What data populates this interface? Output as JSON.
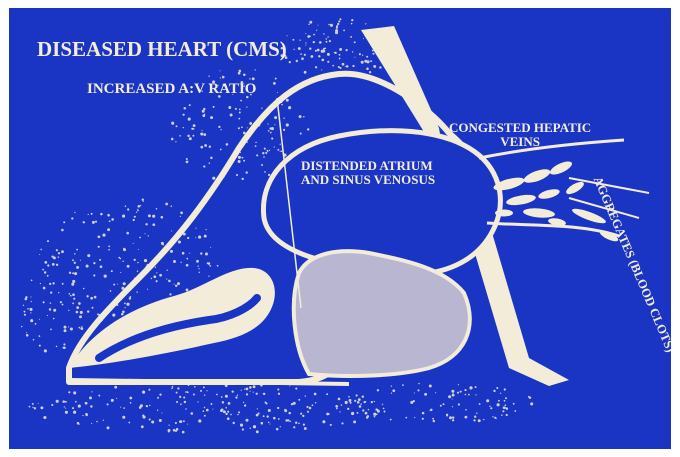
{
  "title": "DISEASED HEART (CMS)",
  "labels": {
    "increased_ratio": "INCREASED A:V RATIO",
    "distended_atrium_line1": "DISTENDED ATRIUM",
    "distended_atrium_line2": "AND SINUS VENOSUS",
    "congested_line1": "CONGESTED HEPATIC",
    "congested_line2": "VEINS",
    "aggregates": "AGGREGATES (BLOOD CLOTS)"
  },
  "colors": {
    "background": "#1a35c4",
    "ink": "#f2ecd9",
    "frame": "#ffffff"
  }
}
